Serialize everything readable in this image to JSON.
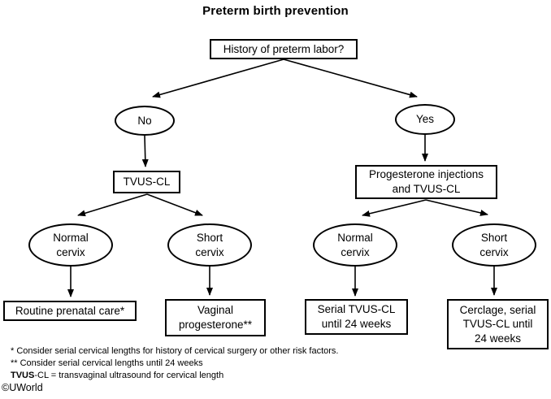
{
  "title": "Preterm birth prevention",
  "flowchart": {
    "root": "History of preterm labor?",
    "no": "No",
    "yes": "Yes",
    "tvus_cl": "TVUS-CL",
    "progesterone_tvus": "Progesterone injections\nand TVUS-CL",
    "normal_cervix_left": "Normal\ncervix",
    "short_cervix_left": "Short\ncervix",
    "normal_cervix_right": "Normal\ncervix",
    "short_cervix_right": "Short\ncervix",
    "routine_prenatal_care": "Routine prenatal care*",
    "vaginal_progesterone": "Vaginal\nprogesterone**",
    "serial_tvus": "Serial TVUS-CL\nuntil 24 weeks",
    "cerclage_serial_tvus": "Cerclage, serial\nTVUS-CL until\n24 weeks"
  },
  "footnotes": {
    "note1": "* Consider serial cervical lengths for history of cervical surgery or other risk factors.",
    "note2": "** Consider serial cervical lengths until 24 weeks",
    "note3_abbr": "TVUS",
    "note3_rest": "-CL = transvaginal ultrasound for cervical length",
    "copyright": "©UWorld"
  },
  "colors": {
    "stroke": "#000000",
    "background": "#ffffff",
    "text": "#000000"
  }
}
